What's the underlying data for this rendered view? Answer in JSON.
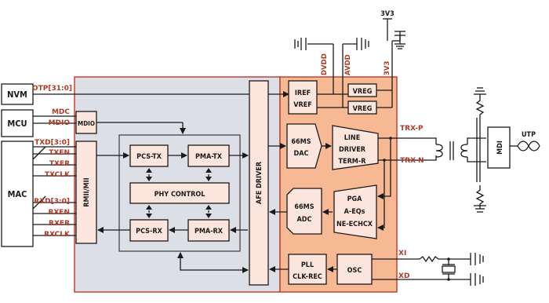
{
  "colors": {
    "chip": "#dcdfe6",
    "afe": "#f7b993",
    "pinkBlock": "#fce5dd",
    "signal": "#b13a26",
    "border": "#c0392b",
    "ink": "#1a1a1a"
  },
  "external": {
    "nvm": "NVM",
    "mcu": "MCU",
    "mac": "MAC",
    "mdi": "MDI",
    "utp": "UTP"
  },
  "signals": {
    "otp": "OTP[31:0]",
    "mdc": "MDC",
    "mdio": "MDIO",
    "txd": "TXD[3:0]",
    "txen": "TXEN",
    "txer": "TXER",
    "txclk": "TXCLK",
    "rxd": "RXD[3:0]",
    "rxen": "RXEN",
    "rxer": "RXER",
    "rxclk": "RXCLK",
    "trxp": "TRX-P",
    "trxn": "TRX-N",
    "xi": "XI",
    "xd": "XD",
    "dvdd": "DVDD",
    "avdd": "AVDD",
    "v33_top": "3V3",
    "v33_side": "3V3"
  },
  "blocks": {
    "mdio": "MDIO",
    "rmii": "RMII/MII",
    "pcs_tx": "PCS-TX",
    "pma_tx": "PMA-TX",
    "phy_control": "PHY CONTROL",
    "pcs_rx": "PCS-RX",
    "pma_rx": "PMA-RX",
    "afe_driver": "AFE DRIVER",
    "iref": "IREF",
    "vref": "VREF",
    "vreg1": "VREG",
    "vreg2": "VREG",
    "dac_1": "66MS",
    "dac_2": "DAC",
    "line_1": "LINE",
    "line_2": "DRIVER",
    "line_3": "TERM-R",
    "adc_1": "66MS",
    "adc_2": "ADC",
    "pga_1": "PGA",
    "pga_2": "A-EQs",
    "pga_3": "NE-ECHCX",
    "pll_1": "PLL",
    "pll_2": "CLK-REC",
    "osc": "OSC"
  }
}
